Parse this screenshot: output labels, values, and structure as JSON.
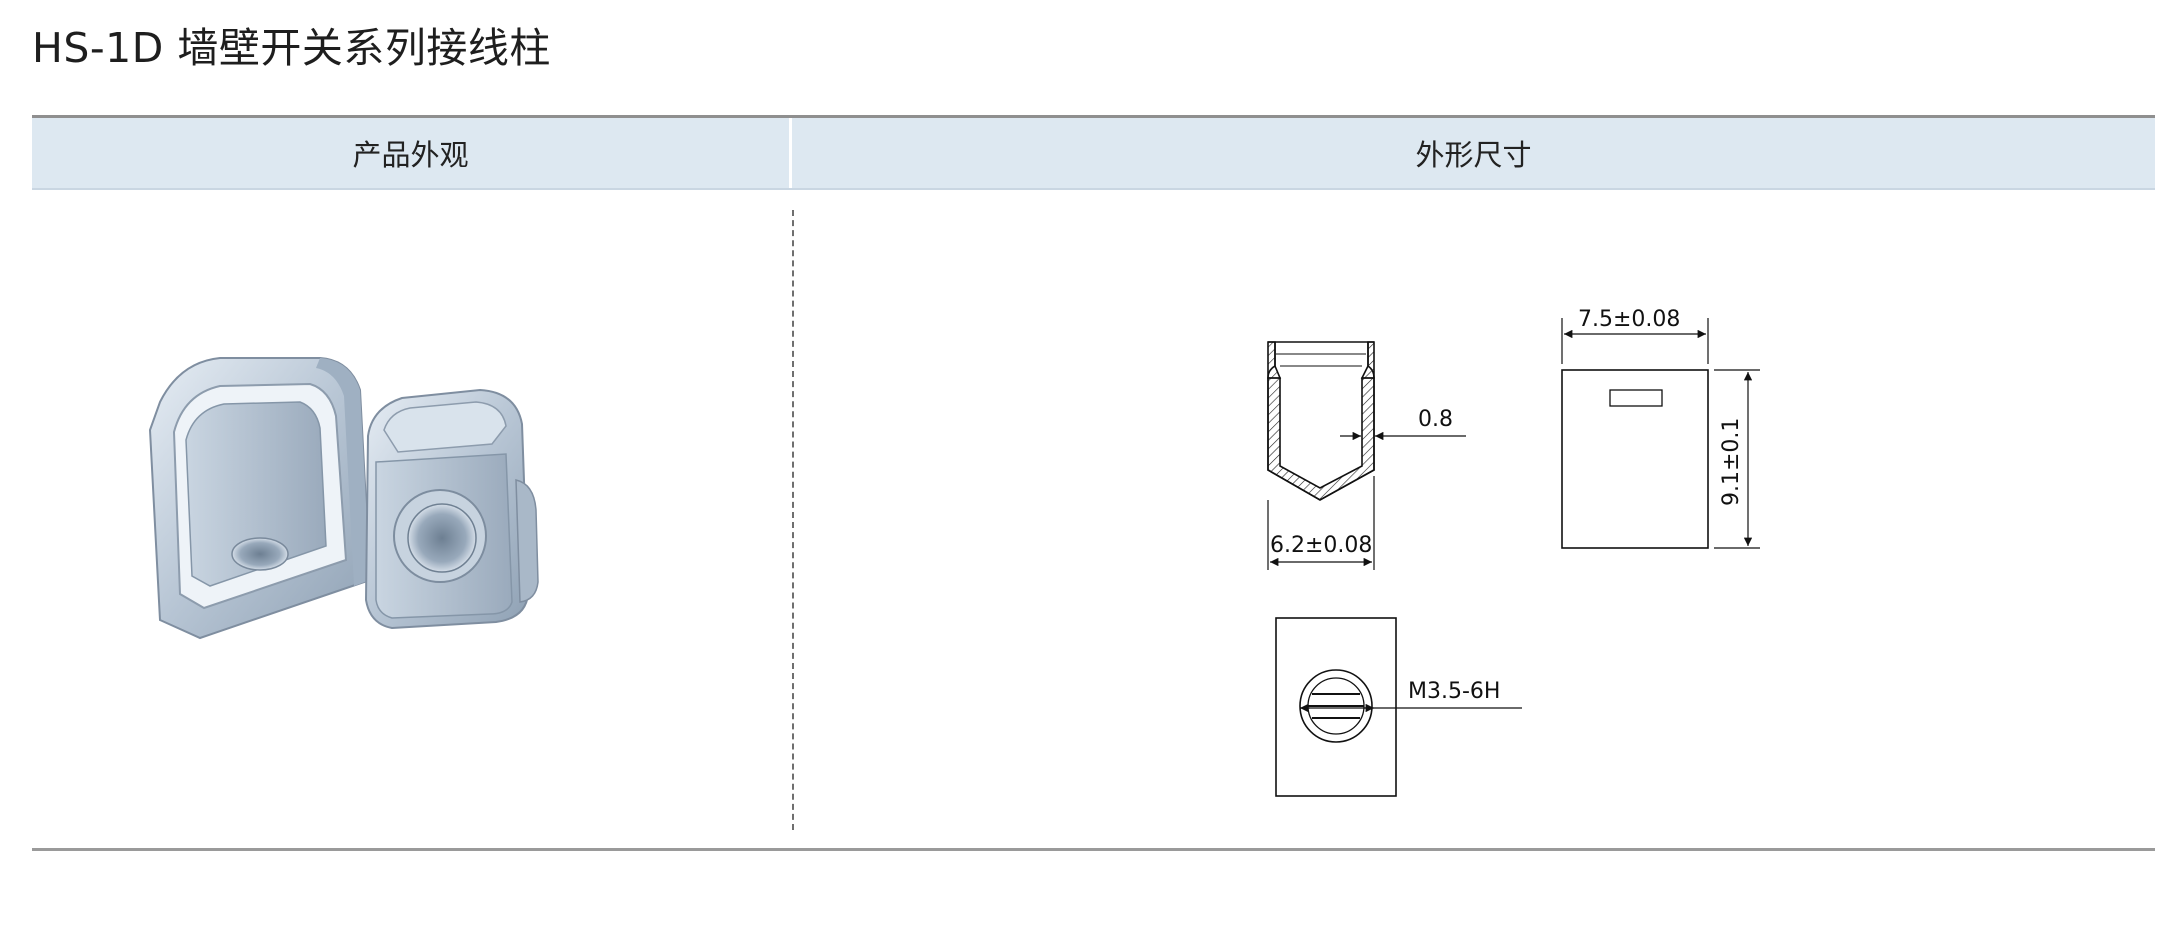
{
  "document": {
    "title": "HS-1D 墙壁开关系列接线柱"
  },
  "table": {
    "headers": {
      "appearance": "产品外观",
      "dimensions": "外形尺寸"
    }
  },
  "drawing": {
    "dim_width_top": "7.5±0.08",
    "dim_height": "9.1±0.1",
    "dim_wall": "0.8",
    "dim_width_bottom": "6.2±0.08",
    "dim_thread": "M3.5-6H"
  },
  "colors": {
    "header_background": "#dde8f1",
    "rule": "#8f8f8f",
    "metal": "#b9c7d6"
  }
}
